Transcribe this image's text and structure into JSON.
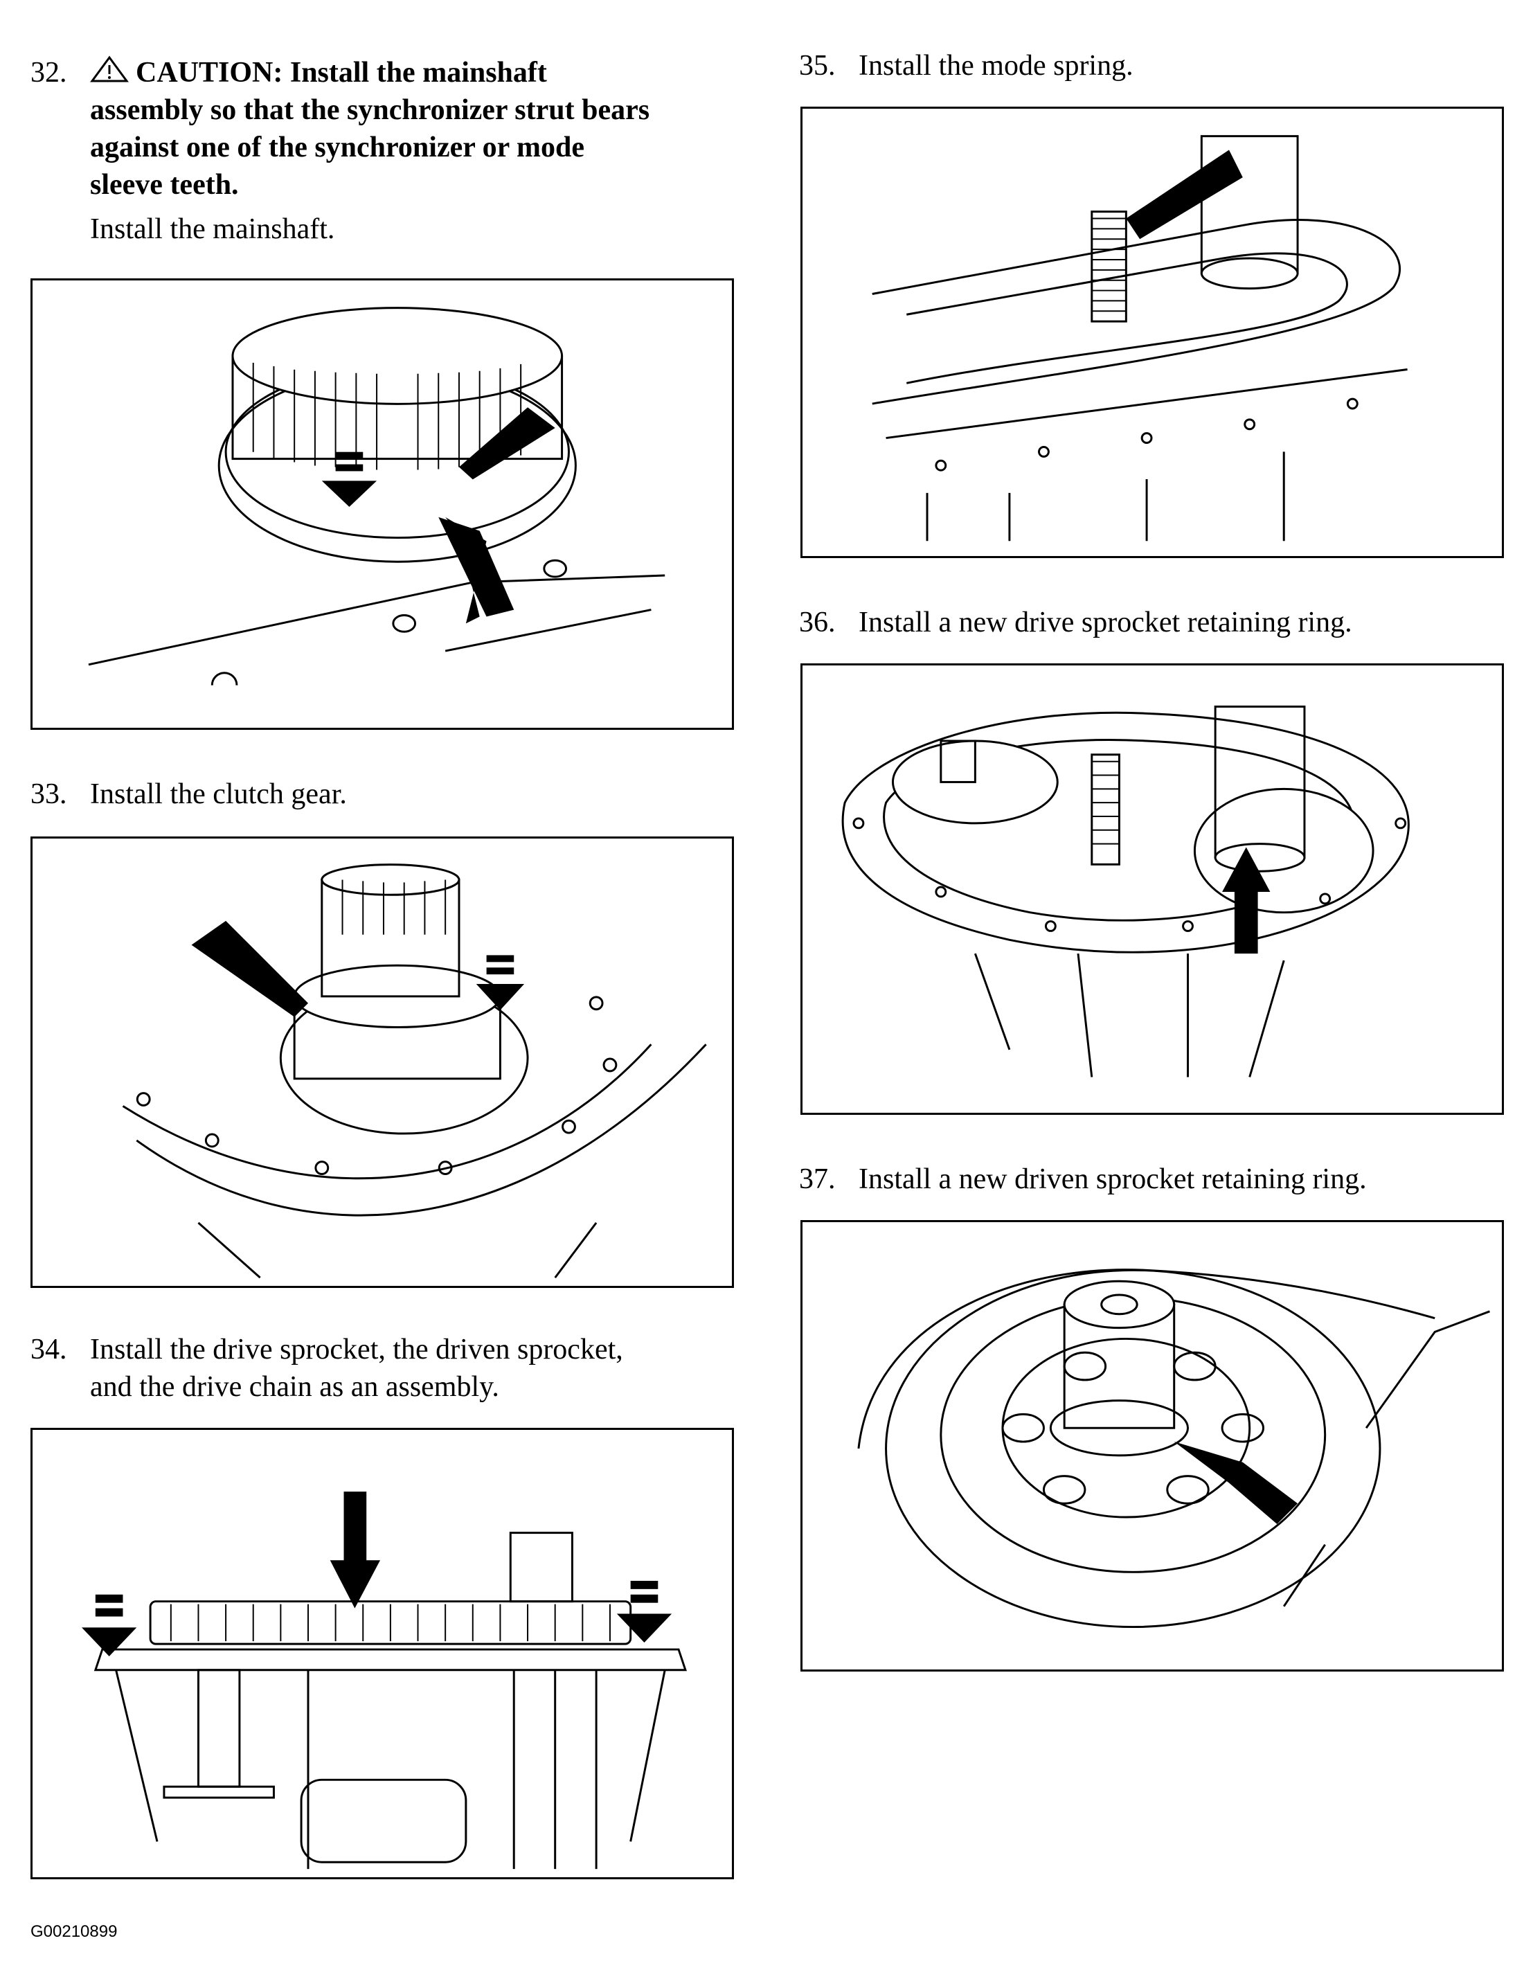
{
  "steps": [
    {
      "number": "32.",
      "caution_label": "CAUTION:",
      "caution_lines": [
        "Install the mainshaft",
        "assembly so that the synchronizer strut bears",
        "against one of the synchronizer or mode",
        "sleeve teeth."
      ],
      "text": "Install the mainshaft."
    },
    {
      "number": "33.",
      "text": "Install the clutch gear."
    },
    {
      "number": "34.",
      "lines": [
        "Install the drive sprocket, the driven sprocket,",
        "and the drive chain as an assembly."
      ]
    },
    {
      "number": "35.",
      "text": "Install the mode spring."
    },
    {
      "number": "36.",
      "text": "Install a new drive sprocket retaining ring."
    },
    {
      "number": "37.",
      "text": "Install a new driven sprocket retaining ring."
    }
  ],
  "figure_id": "G00210899",
  "icons": {
    "caution": "warning-triangle-icon"
  }
}
